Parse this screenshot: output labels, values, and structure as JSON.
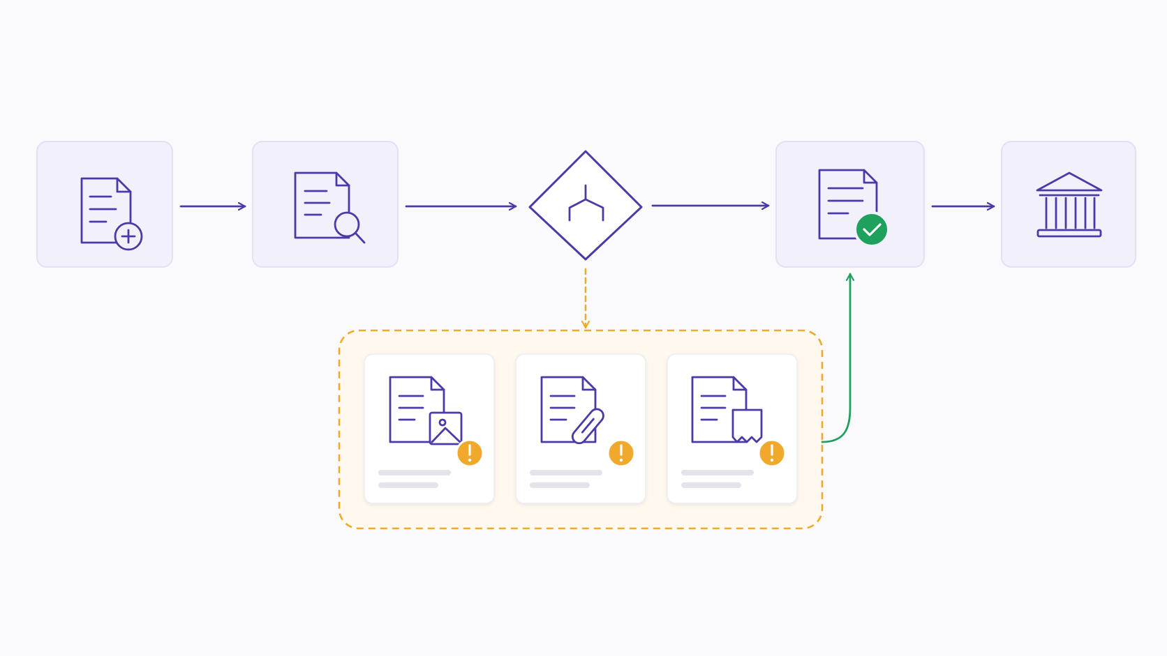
{
  "diagram": {
    "nodes": [
      {
        "id": "create-document",
        "icon": "document-plus-icon",
        "label": ""
      },
      {
        "id": "review-document",
        "icon": "document-search-icon",
        "label": ""
      },
      {
        "id": "decision",
        "icon": "branch-split-icon",
        "label": ""
      },
      {
        "id": "approved-document",
        "icon": "document-check-icon",
        "label": ""
      },
      {
        "id": "bank",
        "icon": "bank-building-icon",
        "label": ""
      }
    ],
    "exception_group": {
      "label": "",
      "items": [
        {
          "id": "document-image-warning",
          "icon": "document-image-icon",
          "badge": "warning-icon"
        },
        {
          "id": "document-attachment-warning",
          "icon": "document-paperclip-icon",
          "badge": "warning-icon"
        },
        {
          "id": "document-receipt-warning",
          "icon": "document-receipt-icon",
          "badge": "warning-icon"
        }
      ]
    },
    "edges": [
      {
        "from": "create-document",
        "to": "review-document",
        "style": "solid"
      },
      {
        "from": "review-document",
        "to": "decision",
        "style": "solid"
      },
      {
        "from": "decision",
        "to": "approved-document",
        "style": "solid"
      },
      {
        "from": "approved-document",
        "to": "bank",
        "style": "solid"
      },
      {
        "from": "decision",
        "to": "exception-group",
        "style": "dashed"
      },
      {
        "from": "exception-group",
        "to": "approved-document",
        "style": "solid"
      }
    ],
    "colors": {
      "primary": "#4a3aa8",
      "node_fill": "#f1f0fb",
      "node_border": "#e2e0f4",
      "warning": "#f0a92b",
      "warning_fill": "#fff9ef",
      "success": "#1fa15e",
      "placeholder_line": "#e3e3ea"
    }
  }
}
